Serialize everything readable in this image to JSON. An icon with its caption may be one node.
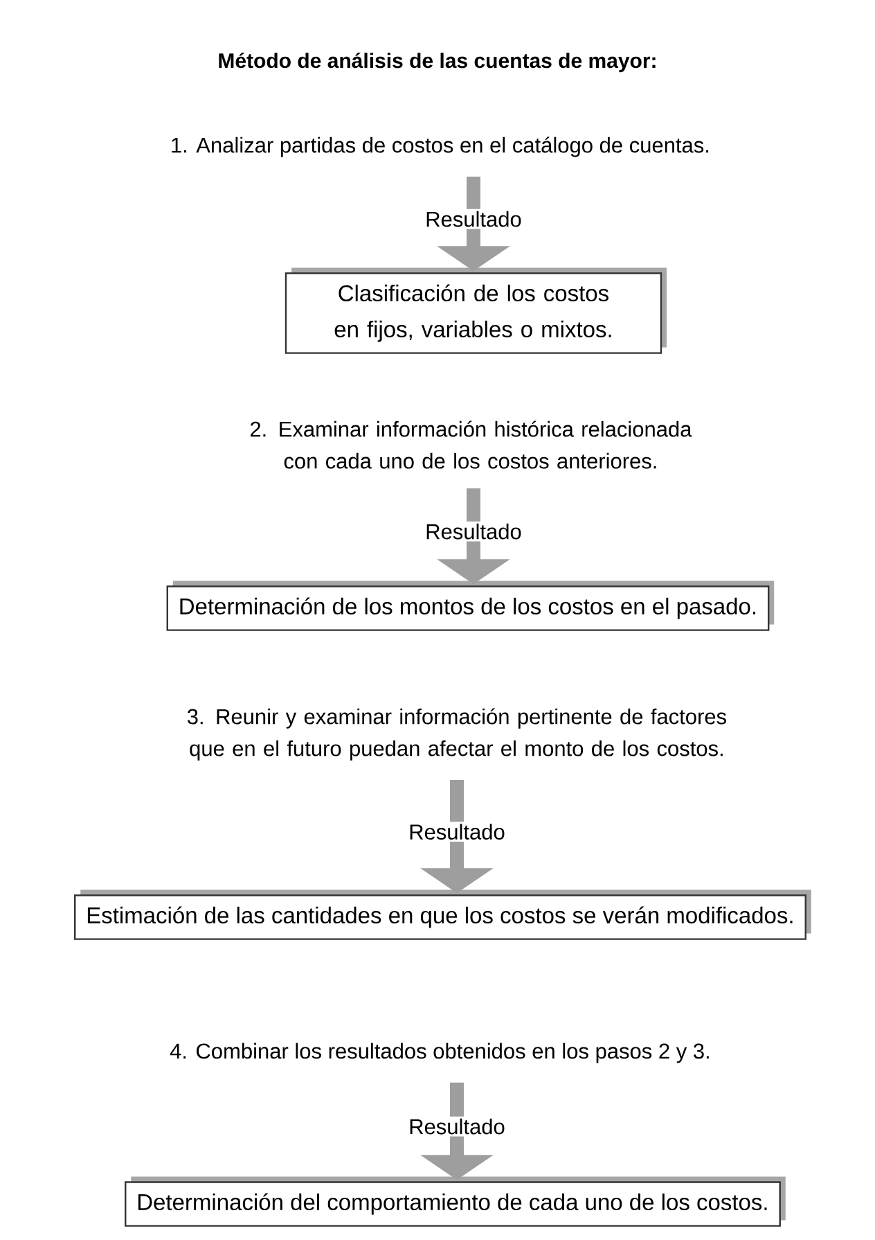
{
  "diagram": {
    "title": "Método de análisis de las cuentas de mayor:",
    "nodes": [
      {
        "text": [
          "1. Analizar partidas de costos en el catálogo de cuentas."
        ]
      },
      {
        "text": [
          "Clasificación de los costos en fijos, variables o mixtos."
        ]
      },
      {
        "text": [
          "2. Examinar información histórica relacionada con cada uno de los costos anteriores."
        ]
      },
      {
        "text": [
          "Determinación de los montos de los costos en el pasado."
        ]
      },
      {
        "text": [
          "3. Reunir y examinar información pertinente de factores que en el futuro puedan afectar el monto de los costos."
        ]
      },
      {
        "text": [
          "Estimación de las cantidades en que los costos se verán modificados."
        ]
      },
      {
        "text": [
          "4. Combinar los resultados obtenidos en los pasos 2 y 3."
        ]
      },
      {
        "text": [
          "Determinación del comportamiento de cada uno de los costos."
        ]
      }
    ],
    "edges": [
      {
        "from": 0,
        "to": 1,
        "arrow": "to",
        "label": "Resultado"
      },
      {
        "from": 2,
        "to": 3,
        "arrow": "to",
        "label": "Resultado"
      },
      {
        "from": 4,
        "to": 5,
        "arrow": "to",
        "label": "Resultado"
      },
      {
        "from": 6,
        "to": 7,
        "arrow": "to",
        "label": "Resultado"
      }
    ]
  }
}
